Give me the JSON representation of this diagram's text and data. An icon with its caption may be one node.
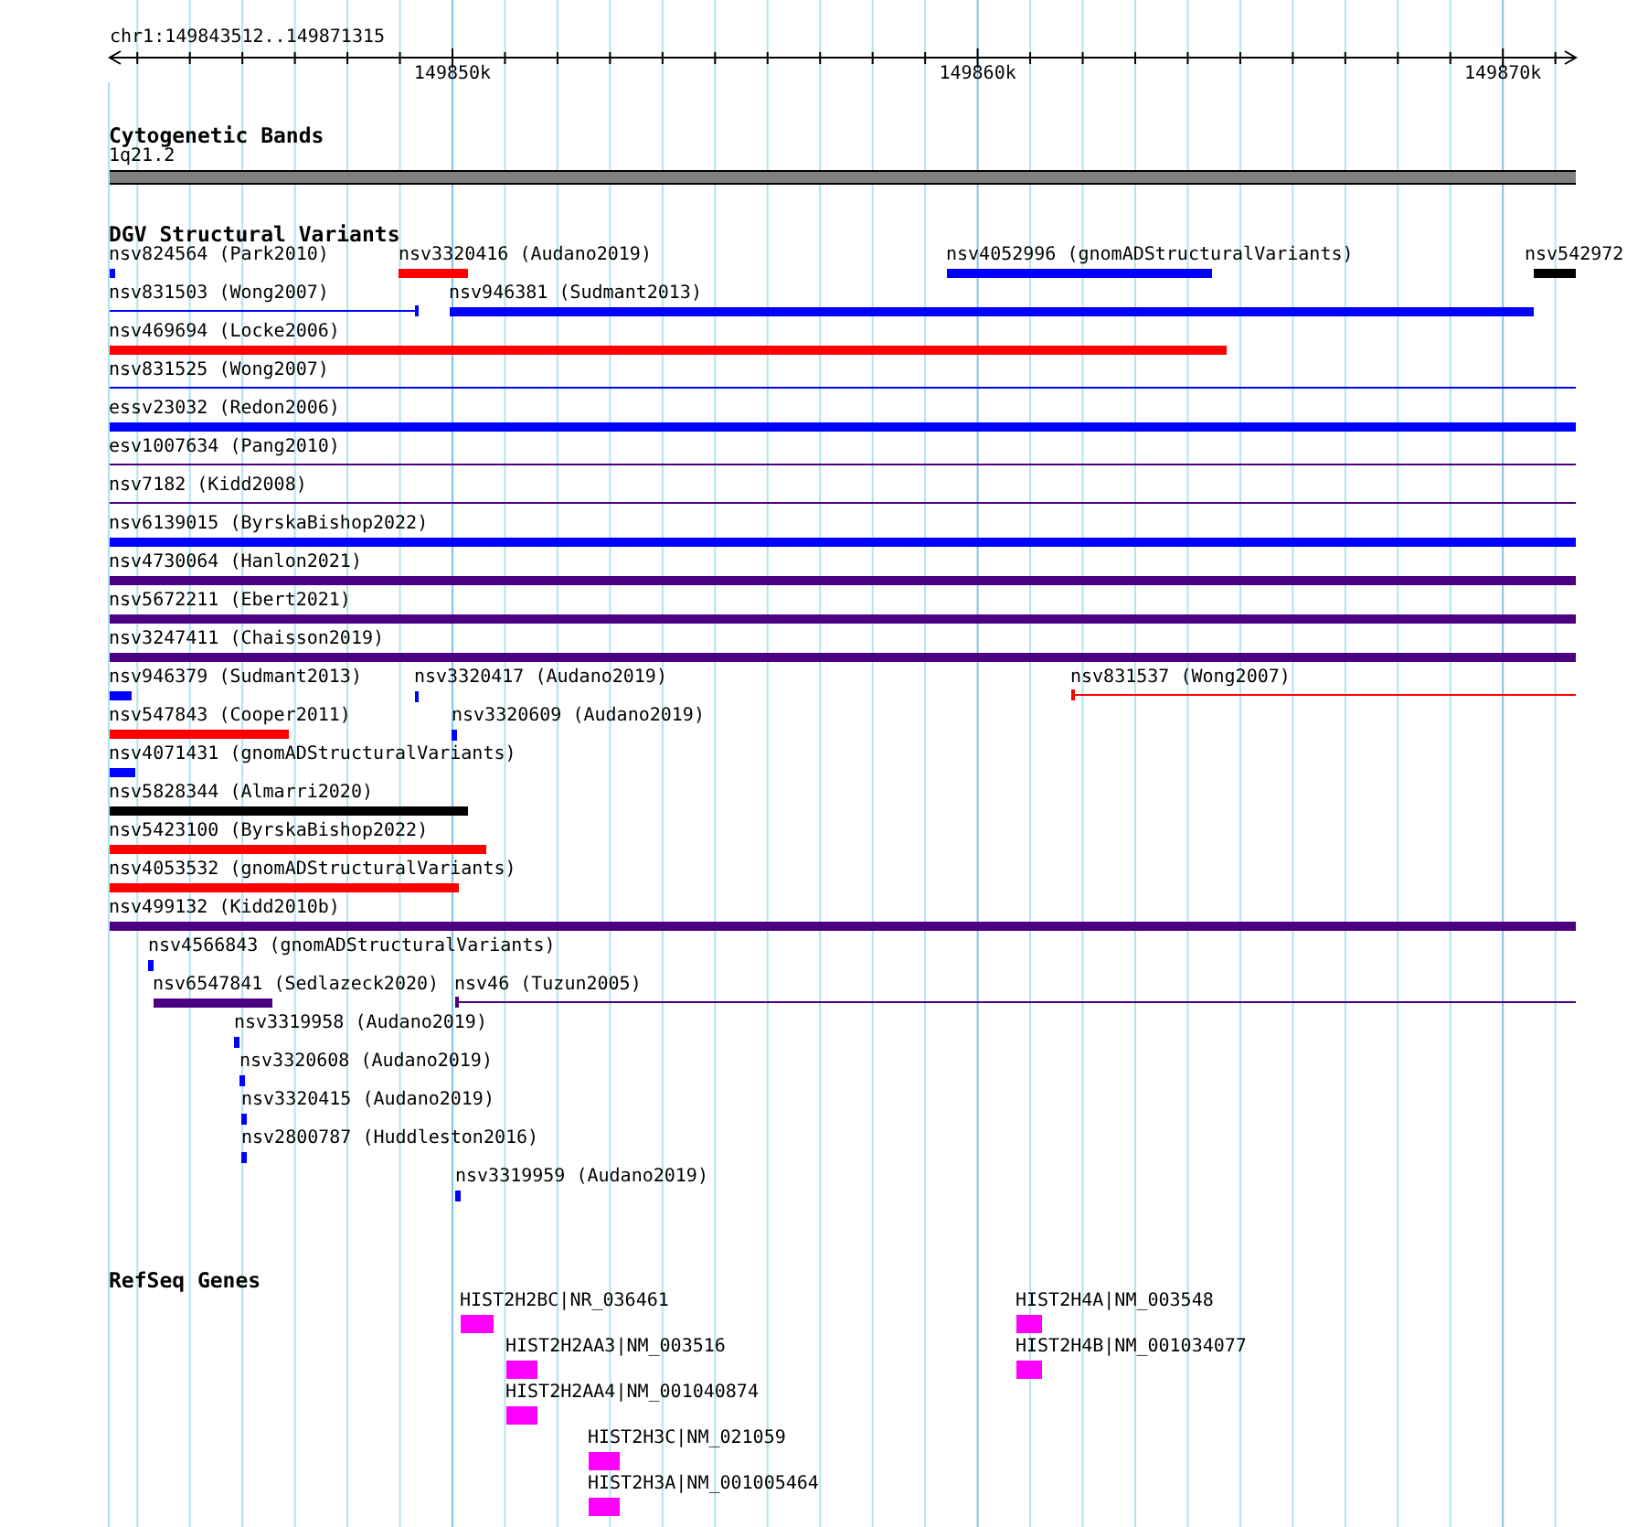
{
  "diagram": {
    "nodes": [
      {
        "text": [
          "1q21.2"
        ]
      },
      {
        "text": [
          "nsv824564 (Park2010)"
        ]
      },
      {
        "text": [
          "nsv3320416 (Audano2019)"
        ]
      },
      {
        "text": [
          "nsv4052996 (gnomADStructuralVariants)"
        ]
      },
      {
        "text": [
          "nsv542972"
        ]
      },
      {
        "text": [
          "nsv831503 (Wong2007)"
        ]
      },
      {
        "text": [
          "nsv946381 (Sudmant2013)"
        ]
      },
      {
        "text": [
          "nsv469694 (Locke2006)"
        ]
      },
      {
        "text": [
          "nsv831525 (Wong2007)"
        ]
      },
      {
        "text": [
          "essv23032 (Redon2006)"
        ]
      },
      {
        "text": [
          "esv1007634 (Pang2010)"
        ]
      },
      {
        "text": [
          "nsv7182 (Kidd2008)"
        ]
      },
      {
        "text": [
          "nsv6139015 (ByrskaBishop2022)"
        ]
      },
      {
        "text": [
          "nsv4730064 (Hanlon2021)"
        ]
      },
      {
        "text": [
          "nsv5672211 (Ebert2021)"
        ]
      },
      {
        "text": [
          "nsv3247411 (Chaisson2019)"
        ]
      },
      {
        "text": [
          "nsv946379 (Sudmant2013)"
        ]
      },
      {
        "text": [
          "nsv3320417 (Audano2019)"
        ]
      },
      {
        "text": [
          "nsv831537 (Wong2007)"
        ]
      },
      {
        "text": [
          "nsv547843 (Cooper2011)"
        ]
      },
      {
        "text": [
          "nsv3320609 (Audano2019)"
        ]
      },
      {
        "text": [
          "nsv4071431 (gnomADStructuralVariants)"
        ]
      },
      {
        "text": [
          "nsv5828344 (Almarri2020)"
        ]
      },
      {
        "text": [
          "nsv5423100 (ByrskaBishop2022)"
        ]
      },
      {
        "text": [
          "nsv4053532 (gnomADStructuralVariants)"
        ]
      },
      {
        "text": [
          "nsv499132 (Kidd2010b)"
        ]
      },
      {
        "text": [
          "nsv4566843 (gnomADStructuralVariants)"
        ]
      },
      {
        "text": [
          "nsv6547841 (Sedlazeck2020)"
        ]
      },
      {
        "text": [
          "nsv46 (Tuzun2005)"
        ]
      },
      {
        "text": [
          "nsv3319958 (Audano2019)"
        ]
      },
      {
        "text": [
          "nsv3320608 (Audano2019)"
        ]
      },
      {
        "text": [
          "nsv3320415 (Audano2019)"
        ]
      },
      {
        "text": [
          "nsv2800787 (Huddleston2016)"
        ]
      },
      {
        "text": [
          "nsv3319959 (Audano2019)"
        ]
      },
      {
        "text": [
          "HIST2H2BC|NR_036461"
        ]
      },
      {
        "text": [
          "HIST2H4A|NM_003548"
        ]
      },
      {
        "text": [
          "HIST2H2AA3|NM_003516"
        ]
      },
      {
        "text": [
          "HIST2H4B|NM_001034077"
        ]
      },
      {
        "text": [
          "HIST2H2AA4|NM_001040874"
        ]
      },
      {
        "text": [
          "HIST2H3C|NM_021059"
        ]
      },
      {
        "text": [
          "HIST2H3A|NM_001005464"
        ]
      }
    ],
    "labels": [
      "chr1:149843512..149871315",
      "149850k",
      "149860k",
      "149870k",
      "Cytogenetic Bands",
      "DGV Structural Variants",
      "RefSeq Genes"
    ]
  }
}
